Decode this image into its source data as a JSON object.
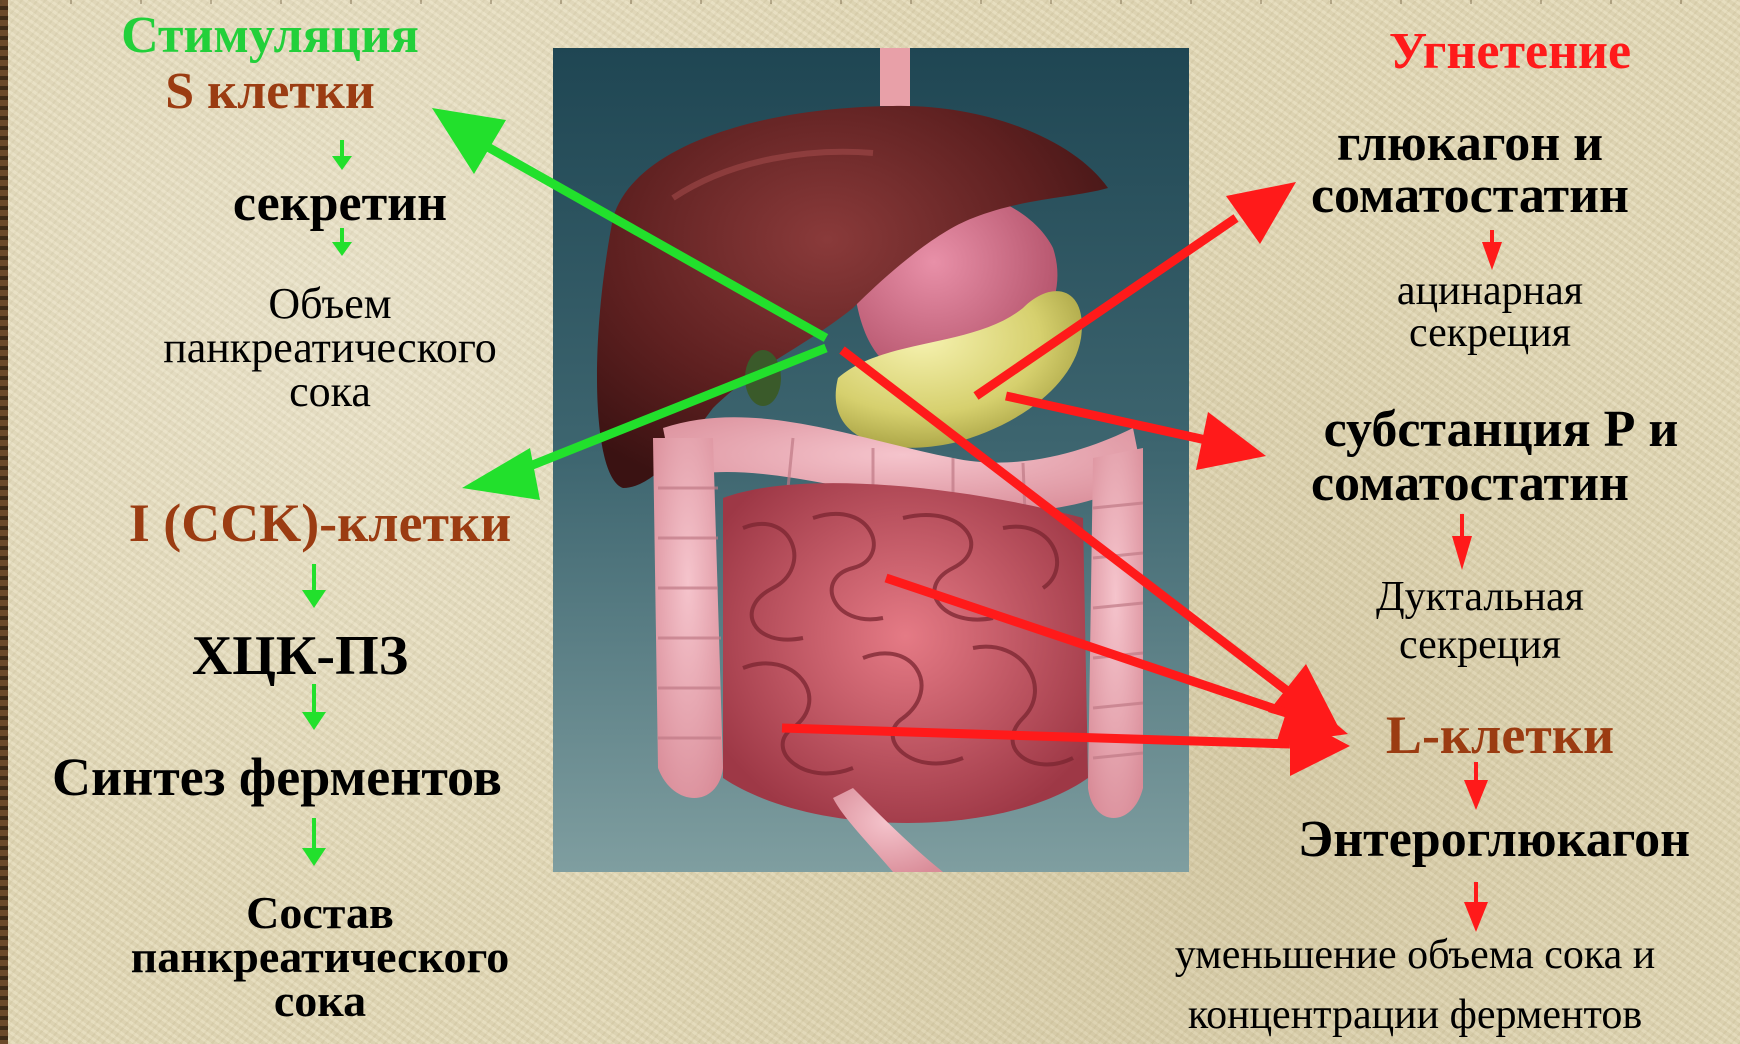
{
  "left": {
    "stimulation_title": "Стимуляция",
    "s_cells": "S клетки",
    "secretin": "секретин",
    "volume_line1": "Объем",
    "volume_line2": "панкреатического",
    "volume_line3": "сока",
    "i_cells": "I (CCK)-клетки",
    "cck": "ХЦК-ПЗ",
    "enzyme_synthesis": "Синтез ферментов",
    "composition_line1": "Состав",
    "composition_line2": "панкреатического",
    "composition_line3": "сока"
  },
  "right": {
    "inhibition_title": "Угнетение",
    "glucagon_line1": "глюкагон и",
    "glucagon_line2": "соматостатин",
    "acinar_line1": "ацинарная",
    "acinar_line2": "секреция",
    "substance_p_line1": "субстанция Р и",
    "substance_p_line2": "соматостатин",
    "ductal_line1": "Дуктальная",
    "ductal_line2": "секреция",
    "l_cells": "L-клетки",
    "enteroglucagon": "Энтероглюкагон",
    "reduction_line1": "уменьшение объема сока и",
    "reduction_line2": "концентрации ферментов"
  },
  "colors": {
    "stimulation": "#22d03a",
    "inhibition": "#ff1a1a",
    "cell_labels": "#9b3c12",
    "background": "#e2d8b4"
  },
  "icons": {
    "anatomy_illustration": "digestive-organs-illustration"
  }
}
